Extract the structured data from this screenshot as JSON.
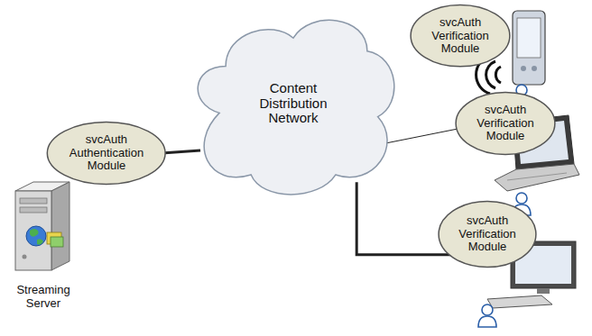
{
  "diagram": {
    "nodes": [
      {
        "text": [
          "svcAuth Authentication Module"
        ]
      },
      {
        "text": [
          "Content Distribution Network"
        ]
      },
      {
        "text": [
          "svcAuth Verification Module"
        ]
      },
      {
        "text": [
          "svcAuth Verification Module"
        ]
      },
      {
        "text": [
          "svcAuth Verification Module"
        ]
      }
    ],
    "edges": [
      {
        "from": 0,
        "to": 1,
        "arrow": "none"
      },
      {
        "from": 1,
        "to": 3,
        "arrow": "none"
      },
      {
        "from": 1,
        "to": 4,
        "arrow": "none"
      }
    ],
    "labels": [
      "Streaming Server"
    ]
  }
}
